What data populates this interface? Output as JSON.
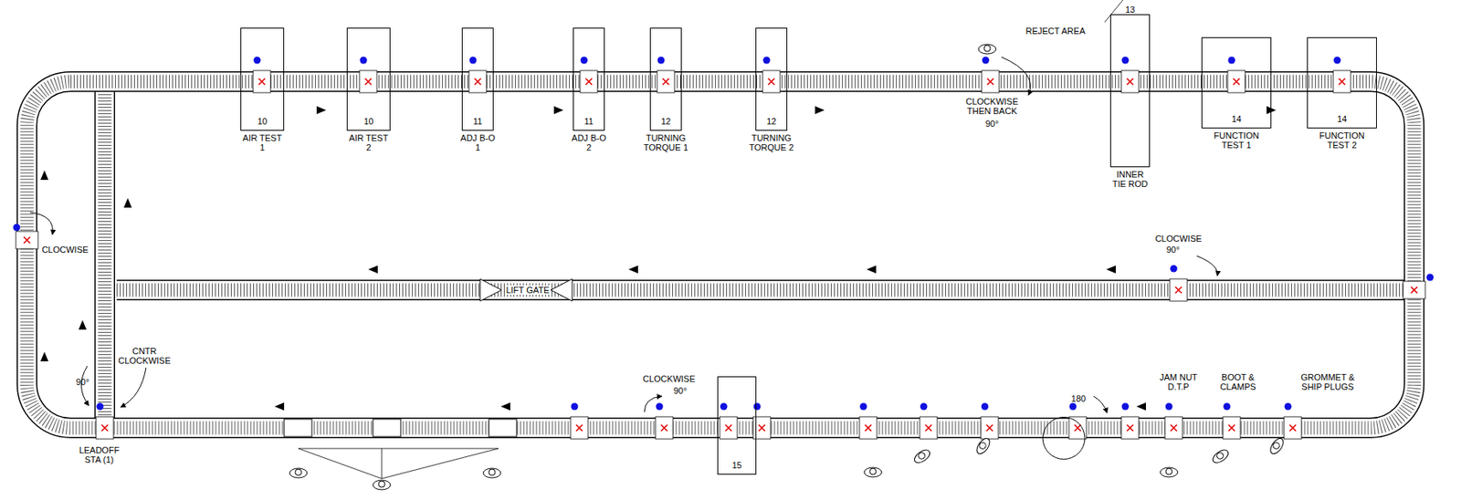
{
  "diagram": {
    "nodes": [
      {
        "text": [
          "10",
          "AIR TEST 1"
        ]
      },
      {
        "text": [
          "10",
          "AIR TEST 2"
        ]
      },
      {
        "text": [
          "11",
          "ADJ B-O 1"
        ]
      },
      {
        "text": [
          "11",
          "ADJ B-O 2"
        ]
      },
      {
        "text": [
          "12",
          "TURNING TORQUE 1"
        ]
      },
      {
        "text": [
          "12",
          "TURNING TORQUE 2"
        ]
      },
      {
        "text": [
          "13",
          "INNER TIE ROD"
        ]
      },
      {
        "text": [
          "14",
          "FUNCTION TEST 1"
        ]
      },
      {
        "text": [
          "14",
          "FUNCTION TEST 2"
        ]
      },
      {
        "text": [
          "15"
        ]
      },
      {
        "text": [
          "180"
        ]
      }
    ],
    "labels": [
      "REJECT AREA",
      "CLOCKWISE THEN BACK",
      "90°",
      "CLOCWISE",
      "CLOCWISE",
      "90°",
      "CNTR CLOCKWISE",
      "90°",
      "LEADOFF STA (1)",
      "CLOCKWISE",
      "90°",
      "LIFT GATE",
      "JAM NUT D.T.P",
      "BOOT & CLAMPS",
      "GROMMET & SHIP PLUGS"
    ]
  }
}
